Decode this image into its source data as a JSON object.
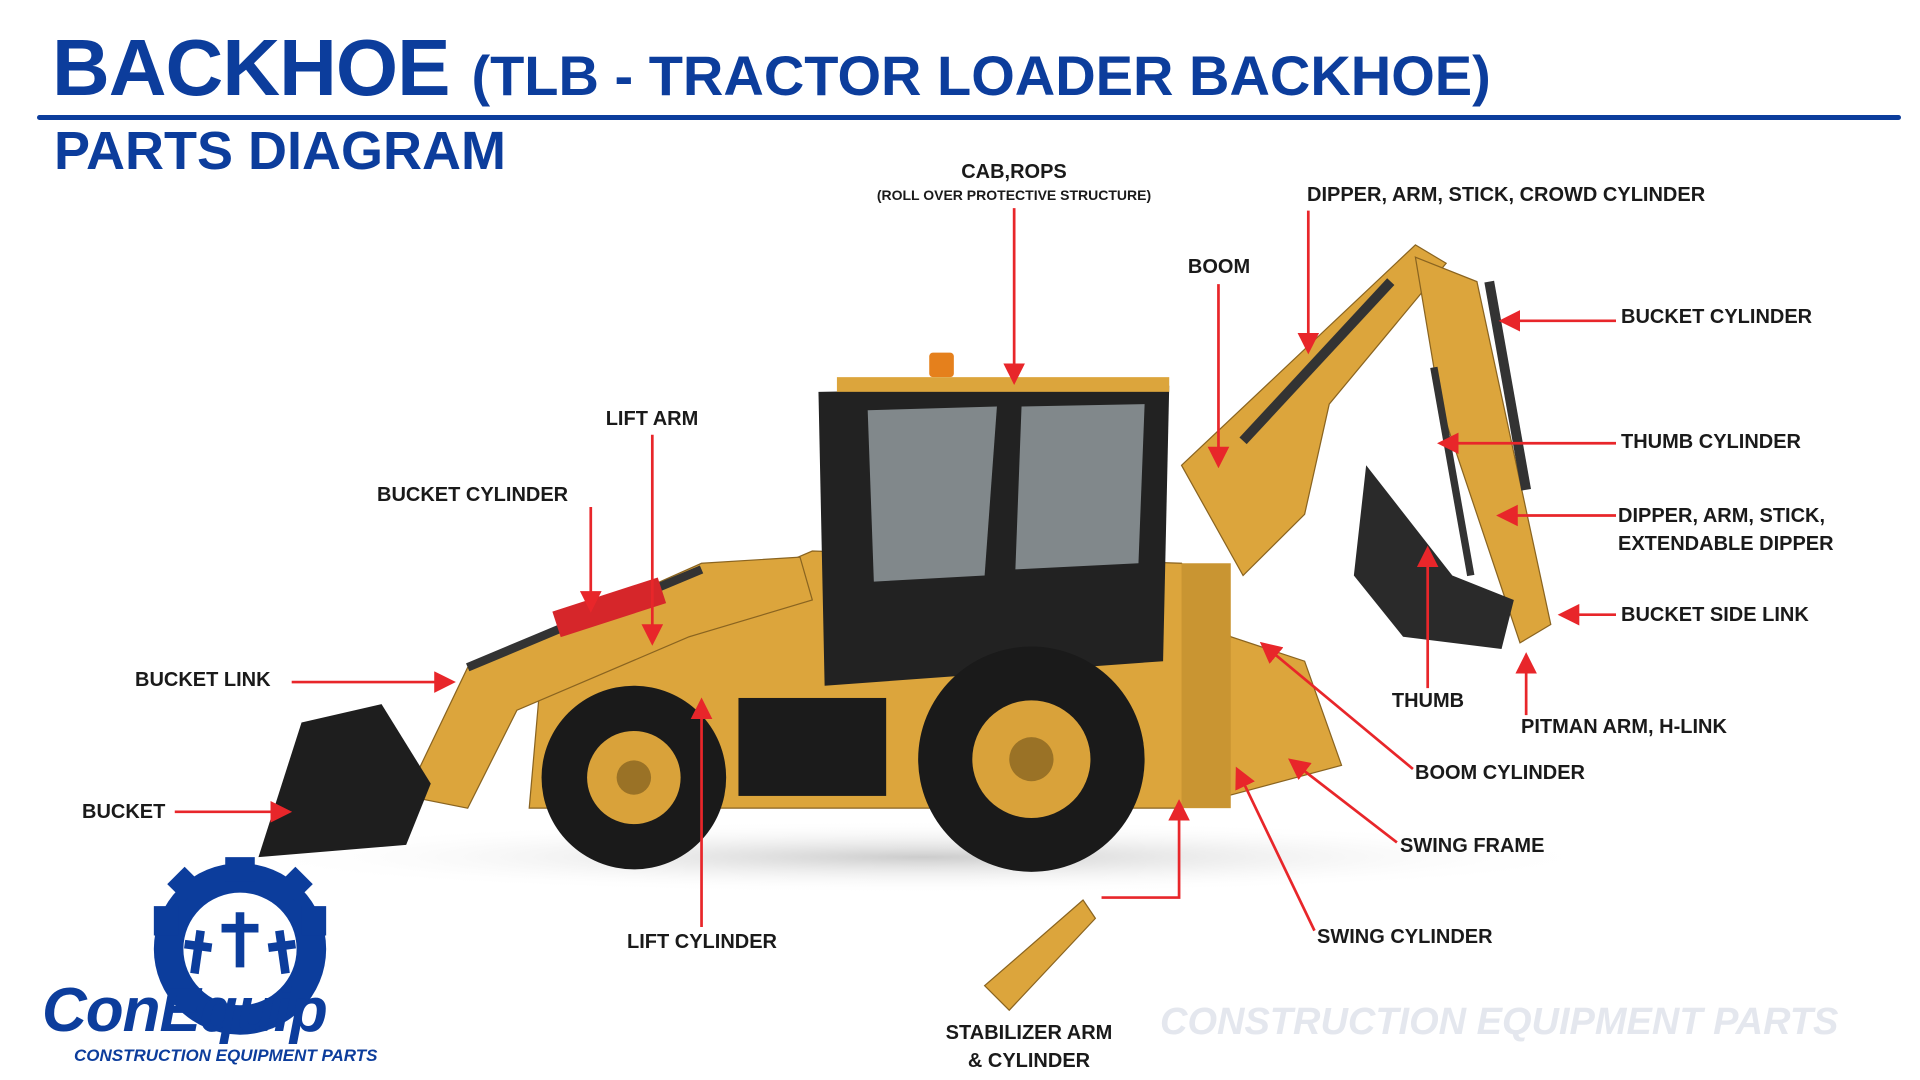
{
  "header": {
    "title_main": "BACKHOE",
    "title_paren": "(TLB - TRACTOR LOADER BACKHOE)",
    "subtitle": "PARTS DIAGRAM"
  },
  "labels": {
    "cab": "CAB,ROPS",
    "cab_sub": "(ROLL OVER PROTECTIVE STRUCTURE)",
    "dipper_crowd": "DIPPER, ARM, STICK, CROWD CYLINDER",
    "boom": "BOOM",
    "bucket_cylinder_rear": "BUCKET CYLINDER",
    "thumb_cylinder": "THUMB CYLINDER",
    "dipper_ext_1": "DIPPER, ARM, STICK,",
    "dipper_ext_2": "EXTENDABLE DIPPER",
    "bucket_side_link": "BUCKET SIDE LINK",
    "thumb": "THUMB",
    "pitman": "PITMAN ARM, H-LINK",
    "boom_cylinder": "BOOM CYLINDER",
    "swing_frame": "SWING FRAME",
    "swing_cylinder": "SWING CYLINDER",
    "stabilizer_1": "STABILIZER ARM",
    "stabilizer_2": "& CYLINDER",
    "lift_arm": "LIFT ARM",
    "bucket_cylinder_front": "BUCKET CYLINDER",
    "bucket_link": "BUCKET LINK",
    "bucket": "BUCKET",
    "lift_cylinder": "LIFT CYLINDER"
  },
  "brand": {
    "name": "ConEquip",
    "tagline": "CONSTRUCTION EQUIPMENT PARTS",
    "watermark": "CONSTRUCTION EQUIPMENT PARTS"
  },
  "colors": {
    "brand_blue": "#0c3d9c",
    "arrow_red": "#e8262a",
    "machine_yellow": "#dca53c"
  }
}
